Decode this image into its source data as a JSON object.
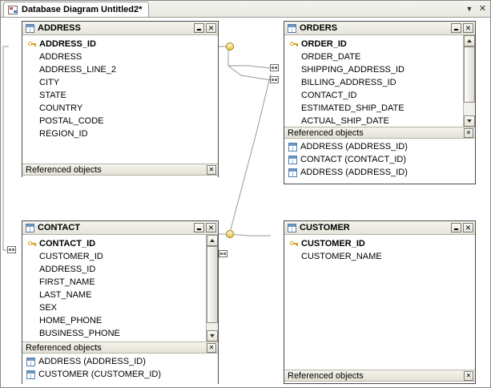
{
  "window": {
    "tab_title": "Database Diagram Untitled2*",
    "tab_dropdown_icon": "chevron-down-icon",
    "tab_close_icon": "close-icon",
    "diagram_icon": "diagram-icon"
  },
  "labels": {
    "referenced_objects": "Referenced objects",
    "minimize_icon": "minimize-icon",
    "close_icon": "close-icon",
    "scroll_up_icon": "scroll-up-arrow-icon",
    "scroll_down_icon": "scroll-down-arrow-icon",
    "key_icon": "primary-key-icon",
    "table_icon": "table-icon"
  },
  "tables": [
    {
      "name": "ADDRESS",
      "columns": [
        {
          "name": "ADDRESS_ID",
          "pk": true
        },
        {
          "name": "ADDRESS",
          "pk": false
        },
        {
          "name": "ADDRESS_LINE_2",
          "pk": false
        },
        {
          "name": "CITY",
          "pk": false
        },
        {
          "name": "STATE",
          "pk": false
        },
        {
          "name": "COUNTRY",
          "pk": false
        },
        {
          "name": "POSTAL_CODE",
          "pk": false
        },
        {
          "name": "REGION_ID",
          "pk": false
        }
      ],
      "referenced": []
    },
    {
      "name": "ORDERS",
      "columns": [
        {
          "name": "ORDER_ID",
          "pk": true
        },
        {
          "name": "ORDER_DATE",
          "pk": false
        },
        {
          "name": "SHIPPING_ADDRESS_ID",
          "pk": false
        },
        {
          "name": "BILLING_ADDRESS_ID",
          "pk": false
        },
        {
          "name": "CONTACT_ID",
          "pk": false
        },
        {
          "name": "ESTIMATED_SHIP_DATE",
          "pk": false
        },
        {
          "name": "ACTUAL_SHIP_DATE",
          "pk": false
        }
      ],
      "referenced": [
        "ADDRESS (ADDRESS_ID)",
        "CONTACT (CONTACT_ID)",
        "ADDRESS (ADDRESS_ID)"
      ]
    },
    {
      "name": "CONTACT",
      "columns": [
        {
          "name": "CONTACT_ID",
          "pk": true
        },
        {
          "name": "CUSTOMER_ID",
          "pk": false
        },
        {
          "name": "ADDRESS_ID",
          "pk": false
        },
        {
          "name": "FIRST_NAME",
          "pk": false
        },
        {
          "name": "LAST_NAME",
          "pk": false
        },
        {
          "name": "SEX",
          "pk": false
        },
        {
          "name": "HOME_PHONE",
          "pk": false
        },
        {
          "name": "BUSINESS_PHONE",
          "pk": false
        }
      ],
      "referenced": [
        "ADDRESS (ADDRESS_ID)",
        "CUSTOMER (CUSTOMER_ID)"
      ]
    },
    {
      "name": "CUSTOMER",
      "columns": [
        {
          "name": "CUSTOMER_ID",
          "pk": true
        },
        {
          "name": "CUSTOMER_NAME",
          "pk": false
        }
      ],
      "referenced": []
    }
  ]
}
